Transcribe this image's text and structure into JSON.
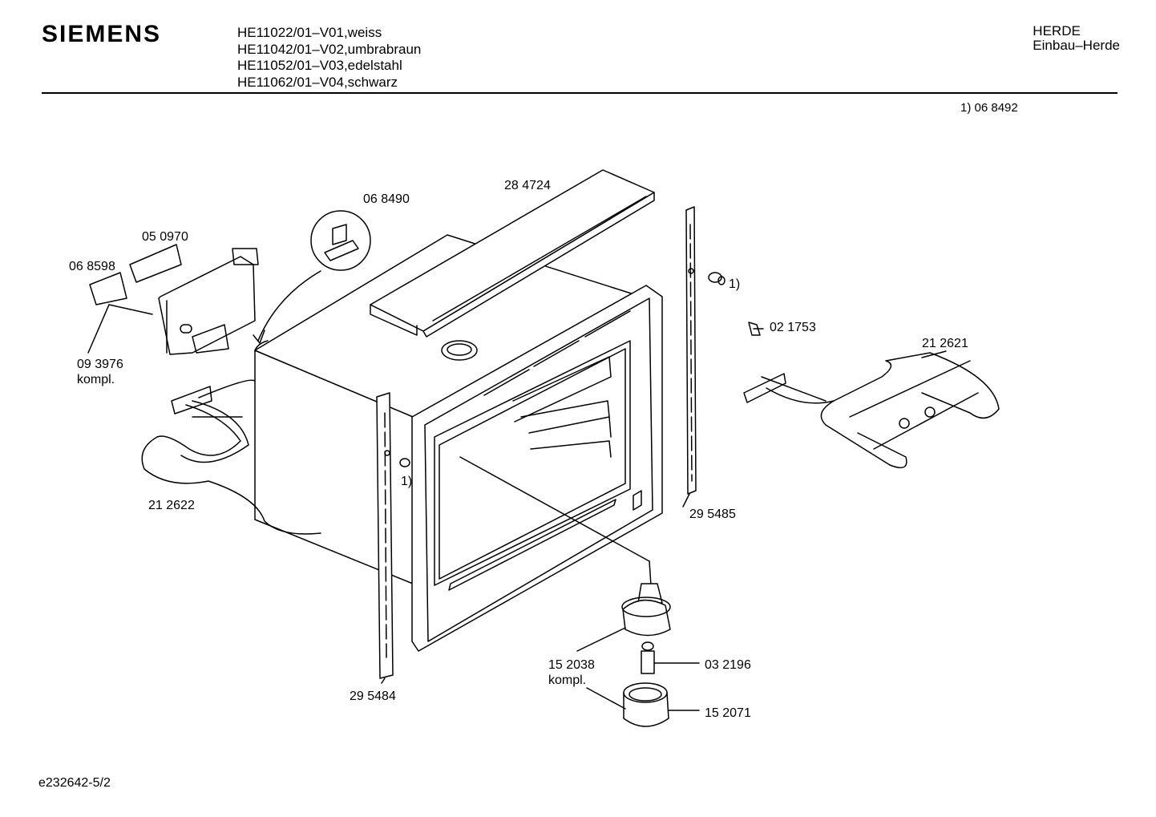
{
  "header": {
    "brand": "SIEMENS",
    "models": [
      "HE11022/01–V01,weiss",
      "HE11042/01–V02,umbrabraun",
      "HE11052/01–V03,edelstahl",
      "HE11062/01–V04,schwarz"
    ],
    "category_line1": "HERDE",
    "category_line2": "Einbau–Herde"
  },
  "footnote": "1)  06 8492",
  "labels": {
    "p284724": "28 4724",
    "p068490": "06 8490",
    "p050970": "05 0970",
    "p068598": "06 8598",
    "p093976": "09 3976",
    "kompl1": "kompl.",
    "p212622": "21 2622",
    "fn_left": "1)",
    "fn_right": "1)",
    "p021753": "02 1753",
    "p212621": "21 2621",
    "p295485": "29 5485",
    "p295484": "29 5484",
    "p152038": "15 2038",
    "kompl2": "kompl.",
    "p032196": "03 2196",
    "p152071": "15 2071"
  },
  "footer": "e232642-5/2"
}
